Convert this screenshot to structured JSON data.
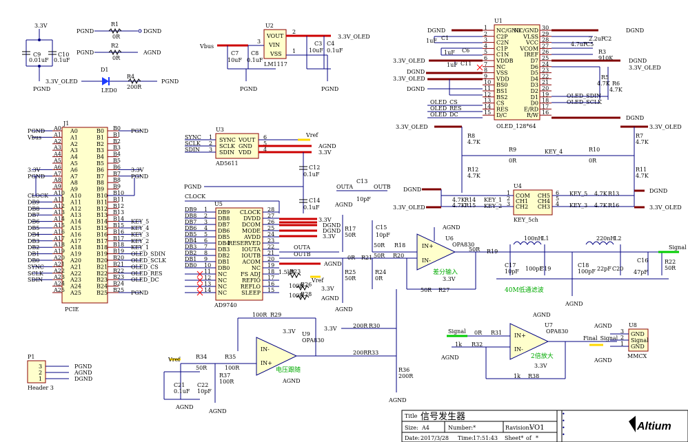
{
  "nets": {
    "pgnd": "PGND",
    "dgnd": "DGND",
    "agnd": "AGND",
    "v33": "3.3V",
    "v33oled": "3.3V_OLED",
    "vbus": "Vbus",
    "vref": "Vref",
    "clock": "CLOCK",
    "outa": "OUTA",
    "outb": "OUTB",
    "signal": "Signal",
    "final_signal": "Final_Signal",
    "sync": "SYNC",
    "sclk": "SCLK",
    "sdin": "SDIN"
  },
  "power_block": {
    "c9": "C9",
    "c9v": "0.01uF",
    "c10": "C10",
    "c10v": "0.1uF",
    "r1": "R1",
    "r1v": "0R",
    "r2": "R2",
    "r2v": "0R",
    "d1": "D1",
    "led": "LED0",
    "r4": "R4",
    "r4v": "200R"
  },
  "regulator": {
    "u2": "U2",
    "part": "LM1117",
    "vout": "VOUT",
    "vin": "VIN",
    "vss": "VSS",
    "p2": "2",
    "p3": "3",
    "p1": "1",
    "c3": "C3",
    "c3v": "10uF",
    "c4": "C4",
    "c4v": "0.1uF",
    "c7": "C7",
    "c7v": "10uF",
    "c8": "C8",
    "c8v": "0.1uF"
  },
  "j1": {
    "ref": "J1",
    "part": "PCIE",
    "a_pins": [
      "A0",
      "A1",
      "A2",
      "A3",
      "A4",
      "A5",
      "A6",
      "A7",
      "A8",
      "A9",
      "A10",
      "A11",
      "A12",
      "A13",
      "A14",
      "A15",
      "A16",
      "A17",
      "A18",
      "A19",
      "A20",
      "A21",
      "A22",
      "A23",
      "A24",
      "A25"
    ],
    "b_pins": [
      "B0",
      "B1",
      "B2",
      "B3",
      "B4",
      "B5",
      "B6",
      "B7",
      "B8",
      "B9",
      "B10",
      "B11",
      "B12",
      "B13",
      "B14",
      "B15",
      "B16",
      "B17",
      "B18",
      "B19",
      "B20",
      "B21",
      "B22",
      "B23",
      "B24",
      "B25"
    ],
    "a_nets": [
      "PGND",
      "Vbus",
      "",
      "",
      "",
      "",
      "3.3V",
      "PGND",
      "",
      "",
      "CLOCK",
      "DB9",
      "DB8",
      "DB7",
      "DB6",
      "DB5",
      "DB4",
      "DB3",
      "DB2",
      "DB1",
      "DB0",
      "SYNC",
      "SCLK",
      "SDIN",
      "",
      ""
    ],
    "b_nets": [
      "PGND",
      "",
      "",
      "",
      "",
      "",
      "3.3V",
      "PGND",
      "",
      "",
      "",
      "",
      "",
      "",
      "KEY_5",
      "KEY_4",
      "KEY_3",
      "KEY_2",
      "KEY_1",
      "OLED_SDIN",
      "OLED_SCLK",
      "OLED_CS",
      "OLED_RES",
      "OLED_DC",
      "",
      "PGND"
    ]
  },
  "u3": {
    "ref": "U3",
    "part": "AD5611",
    "pins_left": [
      "SYNC",
      "SCLK",
      "SDIN"
    ],
    "pins_right": [
      "VOUT",
      "GND",
      "VDD"
    ],
    "nums_left": [
      "1",
      "2",
      "3"
    ],
    "nums_right": [
      "6",
      "5",
      "4"
    ],
    "c12": "C12",
    "c12v": "0.1uF",
    "c14": "C14",
    "c14v": "0.1uF"
  },
  "u5": {
    "ref": "U5",
    "part": "AD9740",
    "pins_left": [
      "DB9",
      "DB8",
      "DB7",
      "DB6",
      "DB5",
      "DB4",
      "DB3",
      "DB2",
      "DB1",
      "DB0",
      "NC",
      "NC",
      "NC",
      "NC"
    ],
    "nums_left": [
      "1",
      "2",
      "3",
      "4",
      "5",
      "6",
      "7",
      "8",
      "9",
      "10",
      "11",
      "12",
      "13",
      "14"
    ],
    "pins_right": [
      "CLOCK",
      "DVDD",
      "DCOM",
      "MODE",
      "AVDD",
      "RESERVED",
      "IOUTA",
      "IOUTB",
      "ACOM",
      "NC",
      "FS ADJ",
      "REFIO",
      "REFLO",
      "SLEEP"
    ],
    "nums_right": [
      "28",
      "27",
      "26",
      "25",
      "24",
      "23",
      "22",
      "21",
      "20",
      "19",
      "18",
      "17",
      "16",
      "15"
    ],
    "r23": "R23",
    "r23v": "1.5kR",
    "r25": "R25",
    "r25v": "50R",
    "r26": "R26",
    "r26v": "100R",
    "r28": "R28",
    "r28v": "100R",
    "r17": "R17",
    "r17v": "50R",
    "c13": "C13",
    "c13v": "10pF"
  },
  "u6": {
    "ref": "U6",
    "part": "OPA830",
    "note": "差分输入",
    "c15": "C15",
    "c15v": "10pF",
    "r18": "R18",
    "r18v": "50R",
    "r20": "R20",
    "r20v": "50R",
    "r21": "R21",
    "r21v": "0R",
    "r24": "R24",
    "r24v": "0R",
    "r27": "R27",
    "r27v": "50R",
    "r19": "R19",
    "r19v": "50R"
  },
  "filter": {
    "title": "40M低通滤波",
    "l1": "L1",
    "l1v": "100nH",
    "l2": "L2",
    "l2v": "220nH",
    "c17": "C17",
    "c17v": "10pF",
    "c19": "C19",
    "c19v": "100pF",
    "c18": "C18",
    "c18v": "100pF",
    "c20": "C20",
    "c20v": "22pF",
    "c16": "C16",
    "c16v": "47pF",
    "r22": "R22",
    "r22v": "50R"
  },
  "u9": {
    "ref": "U9",
    "part": "OPA830",
    "note": "电压跟随",
    "r29": "R29",
    "r29v": "100R",
    "r30": "R30",
    "r30v": "200R",
    "r33": "R33",
    "r33v": "200R",
    "r34": "R34",
    "r34v": "50R",
    "r35": "R35",
    "r35v": "100R",
    "r36": "R36",
    "r36v": "200R",
    "r37": "R37",
    "r37v": "100R",
    "c21": "C21",
    "c21v": "0.1uF",
    "c22": "C22",
    "c22v": "10pF"
  },
  "u7": {
    "ref": "U7",
    "part": "OPA830",
    "note": "2倍放大",
    "r31": "R31",
    "r31v": "0R",
    "r32": "R32",
    "r32v": "1k",
    "r38": "R38",
    "r38v": "1k"
  },
  "u8": {
    "ref": "U8",
    "part": "MMCX",
    "pins": [
      "GND",
      "Signal",
      "GND"
    ],
    "nums": [
      "3",
      "2",
      "1"
    ]
  },
  "p1": {
    "ref": "P1",
    "part": "Header 3",
    "nums": [
      "3",
      "2",
      "1"
    ],
    "nets": [
      "PGND",
      "AGND",
      "DGND"
    ]
  },
  "u1": {
    "ref": "U1",
    "part": "OLED_128*64",
    "pins_left": [
      "NC/GND",
      "C2P",
      "C2N",
      "C1P",
      "C1N",
      "VDDB",
      "NC",
      "VSS",
      "VDD",
      "BS0",
      "BS1",
      "BS2",
      "CS",
      "RES",
      "D/C"
    ],
    "nums_left": [
      "1",
      "2",
      "3",
      "4",
      "5",
      "6",
      "7",
      "8",
      "9",
      "10",
      "11",
      "12",
      "13",
      "14",
      "15"
    ],
    "pins_right": [
      "NC/GND",
      "VLSS",
      "VCC",
      "VCOM",
      "IREF",
      "D7",
      "D6",
      "D5",
      "D4",
      "D3",
      "D2",
      "D1",
      "D0",
      "E/RD",
      "R/W"
    ],
    "nums_right": [
      "30",
      "29",
      "28",
      "27",
      "26",
      "25",
      "24",
      "23",
      "22",
      "21",
      "20",
      "19",
      "18",
      "17",
      "16"
    ],
    "c1": "C1",
    "c1v": "1uF",
    "c6": "C6",
    "c6v": "1uF",
    "c11": "C11",
    "c11v": "1uF",
    "c2": "C2",
    "c2v": "2.2uF",
    "c5": "C5",
    "c5v": "4.7uF",
    "r3": "R3",
    "r3v": "910K",
    "r5": "R5",
    "r5v": "4.7K",
    "r6": "R6",
    "r6v": "4.7K",
    "oled_cs": "OLED_CS",
    "oled_res": "OLED_RES",
    "oled_dc": "OLED_DC",
    "oled_sdin": "OLED_SDIN",
    "oled_sclk": "OLED_SCLK"
  },
  "u4": {
    "ref": "U4",
    "part": "KEY_5ch",
    "pins_left": [
      "COM",
      "CH1",
      "CH2"
    ],
    "pins_right": [
      "CH5",
      "CH4",
      "CH3"
    ],
    "nums_left": [
      "1",
      "2",
      "3"
    ],
    "nums_right": [
      "6",
      "5",
      "4"
    ],
    "key1": "KEY_1",
    "key2": "KEY_2",
    "key3": "KEY_3",
    "key4": "KEY_4",
    "key5": "KEY_5",
    "r7": "R7",
    "r7v": "4.7K",
    "r8": "R8",
    "r8v": "4.7K",
    "r9": "R9",
    "r9v": "0R",
    "r10": "R10",
    "r10v": "0R",
    "r11": "R11",
    "r11v": "4.7K",
    "r12": "R12",
    "r12v": "4.7K",
    "r13": "R13",
    "r13v": "4.7K",
    "r14": "R14",
    "r14v": "4.7K",
    "r15": "R15",
    "r15v": "4.7K",
    "r16": "R16",
    "r16v": "4.7K"
  },
  "title_block": {
    "title_label": "Title",
    "title": "信号发生器",
    "size_label": "Size:",
    "size": "A4",
    "number_label": "Number:*",
    "revision_label": "Ravision:",
    "revision": "VO1",
    "date_label": "Date:",
    "date": "2017/3/28",
    "time_label": "Time:",
    "time": "17:51:43",
    "sheet_label": "Sheet*",
    "of_label": "of",
    "sheet_of": "*",
    "logo": "Altium"
  },
  "colors": {
    "wire": "#000080",
    "ic_fill": "#ffffcc",
    "ic_border": "#8b0000",
    "bus": "#cc0000",
    "note": "#00aa00"
  }
}
